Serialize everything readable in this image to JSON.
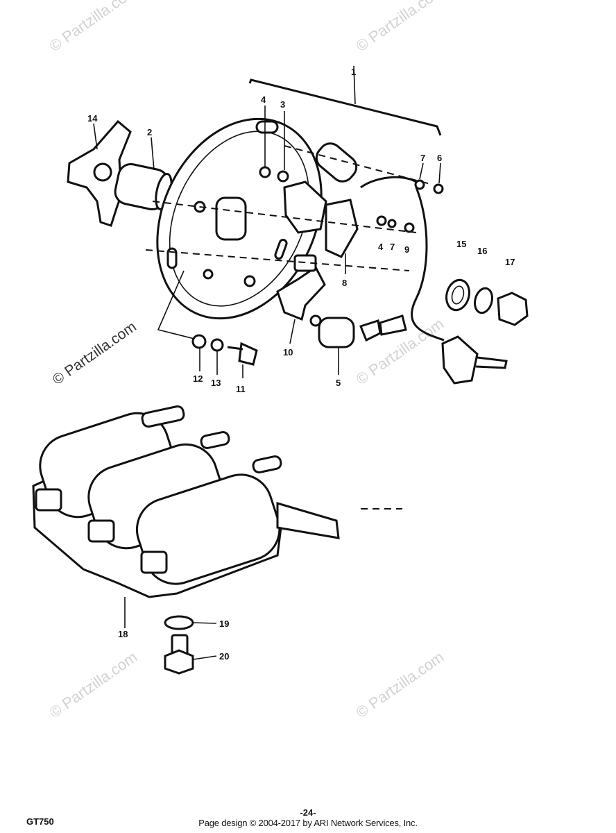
{
  "diagram": {
    "watermark": "© Partzilla.com",
    "callouts": [
      "1",
      "2",
      "3",
      "4",
      "5",
      "6",
      "7",
      "8",
      "9",
      "10",
      "11",
      "12",
      "13",
      "14",
      "15",
      "16",
      "17",
      "18",
      "19",
      "20"
    ]
  },
  "footer": {
    "model": "GT750",
    "page_number": "-24-",
    "copyright": "Page design © 2004-2017 by ARI Network Services, Inc."
  }
}
